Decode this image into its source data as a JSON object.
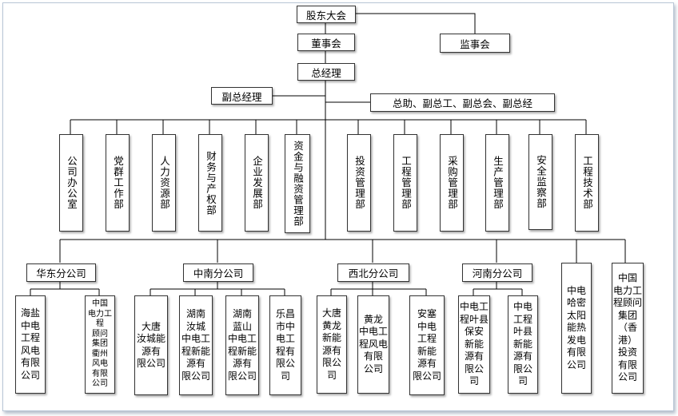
{
  "top": {
    "shareholders": "股东大会",
    "board": "董事会",
    "supervisory": "监事会",
    "gm": "总经理",
    "deputy_gm": "副总经理",
    "assistants": "总助、副总工、副总会、副总经"
  },
  "departments": [
    "公司办公室",
    "党群工作部",
    "人力资源部",
    "财务与产权部",
    "企业发展部",
    "资金与融资管理部",
    "投资管理部",
    "工程管理部",
    "采购管理部",
    "生产管理部",
    "安全监察部",
    "工程技术部"
  ],
  "branches": [
    "华东分公司",
    "中南分公司",
    "西北分公司",
    "河南分公司"
  ],
  "companies": {
    "haiyan": [
      "海盐",
      "中电",
      "工程",
      "风电",
      "有限",
      "公司"
    ],
    "quzhou": [
      "中国",
      "电力工程",
      "顾问",
      "集团",
      "衢州",
      "风电",
      "有限",
      "公司"
    ],
    "datang_rucheng": [
      "大唐",
      "汝城能",
      "源有",
      "限公司"
    ],
    "hunan_rucheng": [
      "湖南",
      "汝城",
      "中电工",
      "程新能",
      "源有",
      "限公司"
    ],
    "hunan_lanshan": [
      "湖南",
      "蓝山",
      "中电工",
      "程新能",
      "源有",
      "限公司"
    ],
    "lechang": [
      "乐昌",
      "市中",
      "电工",
      "程有",
      "限公",
      "司"
    ],
    "datang_huanglong": [
      "大唐",
      "黄龙",
      "新能",
      "源有",
      "限公",
      "司"
    ],
    "huanglong": [
      "黄龙",
      "中电工",
      "程风电",
      "有限",
      "公司"
    ],
    "ansai": [
      "安塞",
      "中电",
      "工程",
      "新能",
      "源有",
      "限公司"
    ],
    "yexian_baoan": [
      "中电工",
      "程叶县",
      "保安",
      "新能",
      "源有",
      "限公",
      "司"
    ],
    "yexian": [
      "中电",
      "工程",
      "叶县",
      "新能",
      "源有",
      "限公",
      "司"
    ],
    "hami": [
      "中电",
      "哈密",
      "太阳",
      "能热",
      "发电",
      "有限",
      "公司"
    ],
    "hk": [
      "中国",
      "电力工",
      "程顾问",
      "集团（香",
      "港）",
      "投资",
      "有限",
      "公司"
    ]
  }
}
